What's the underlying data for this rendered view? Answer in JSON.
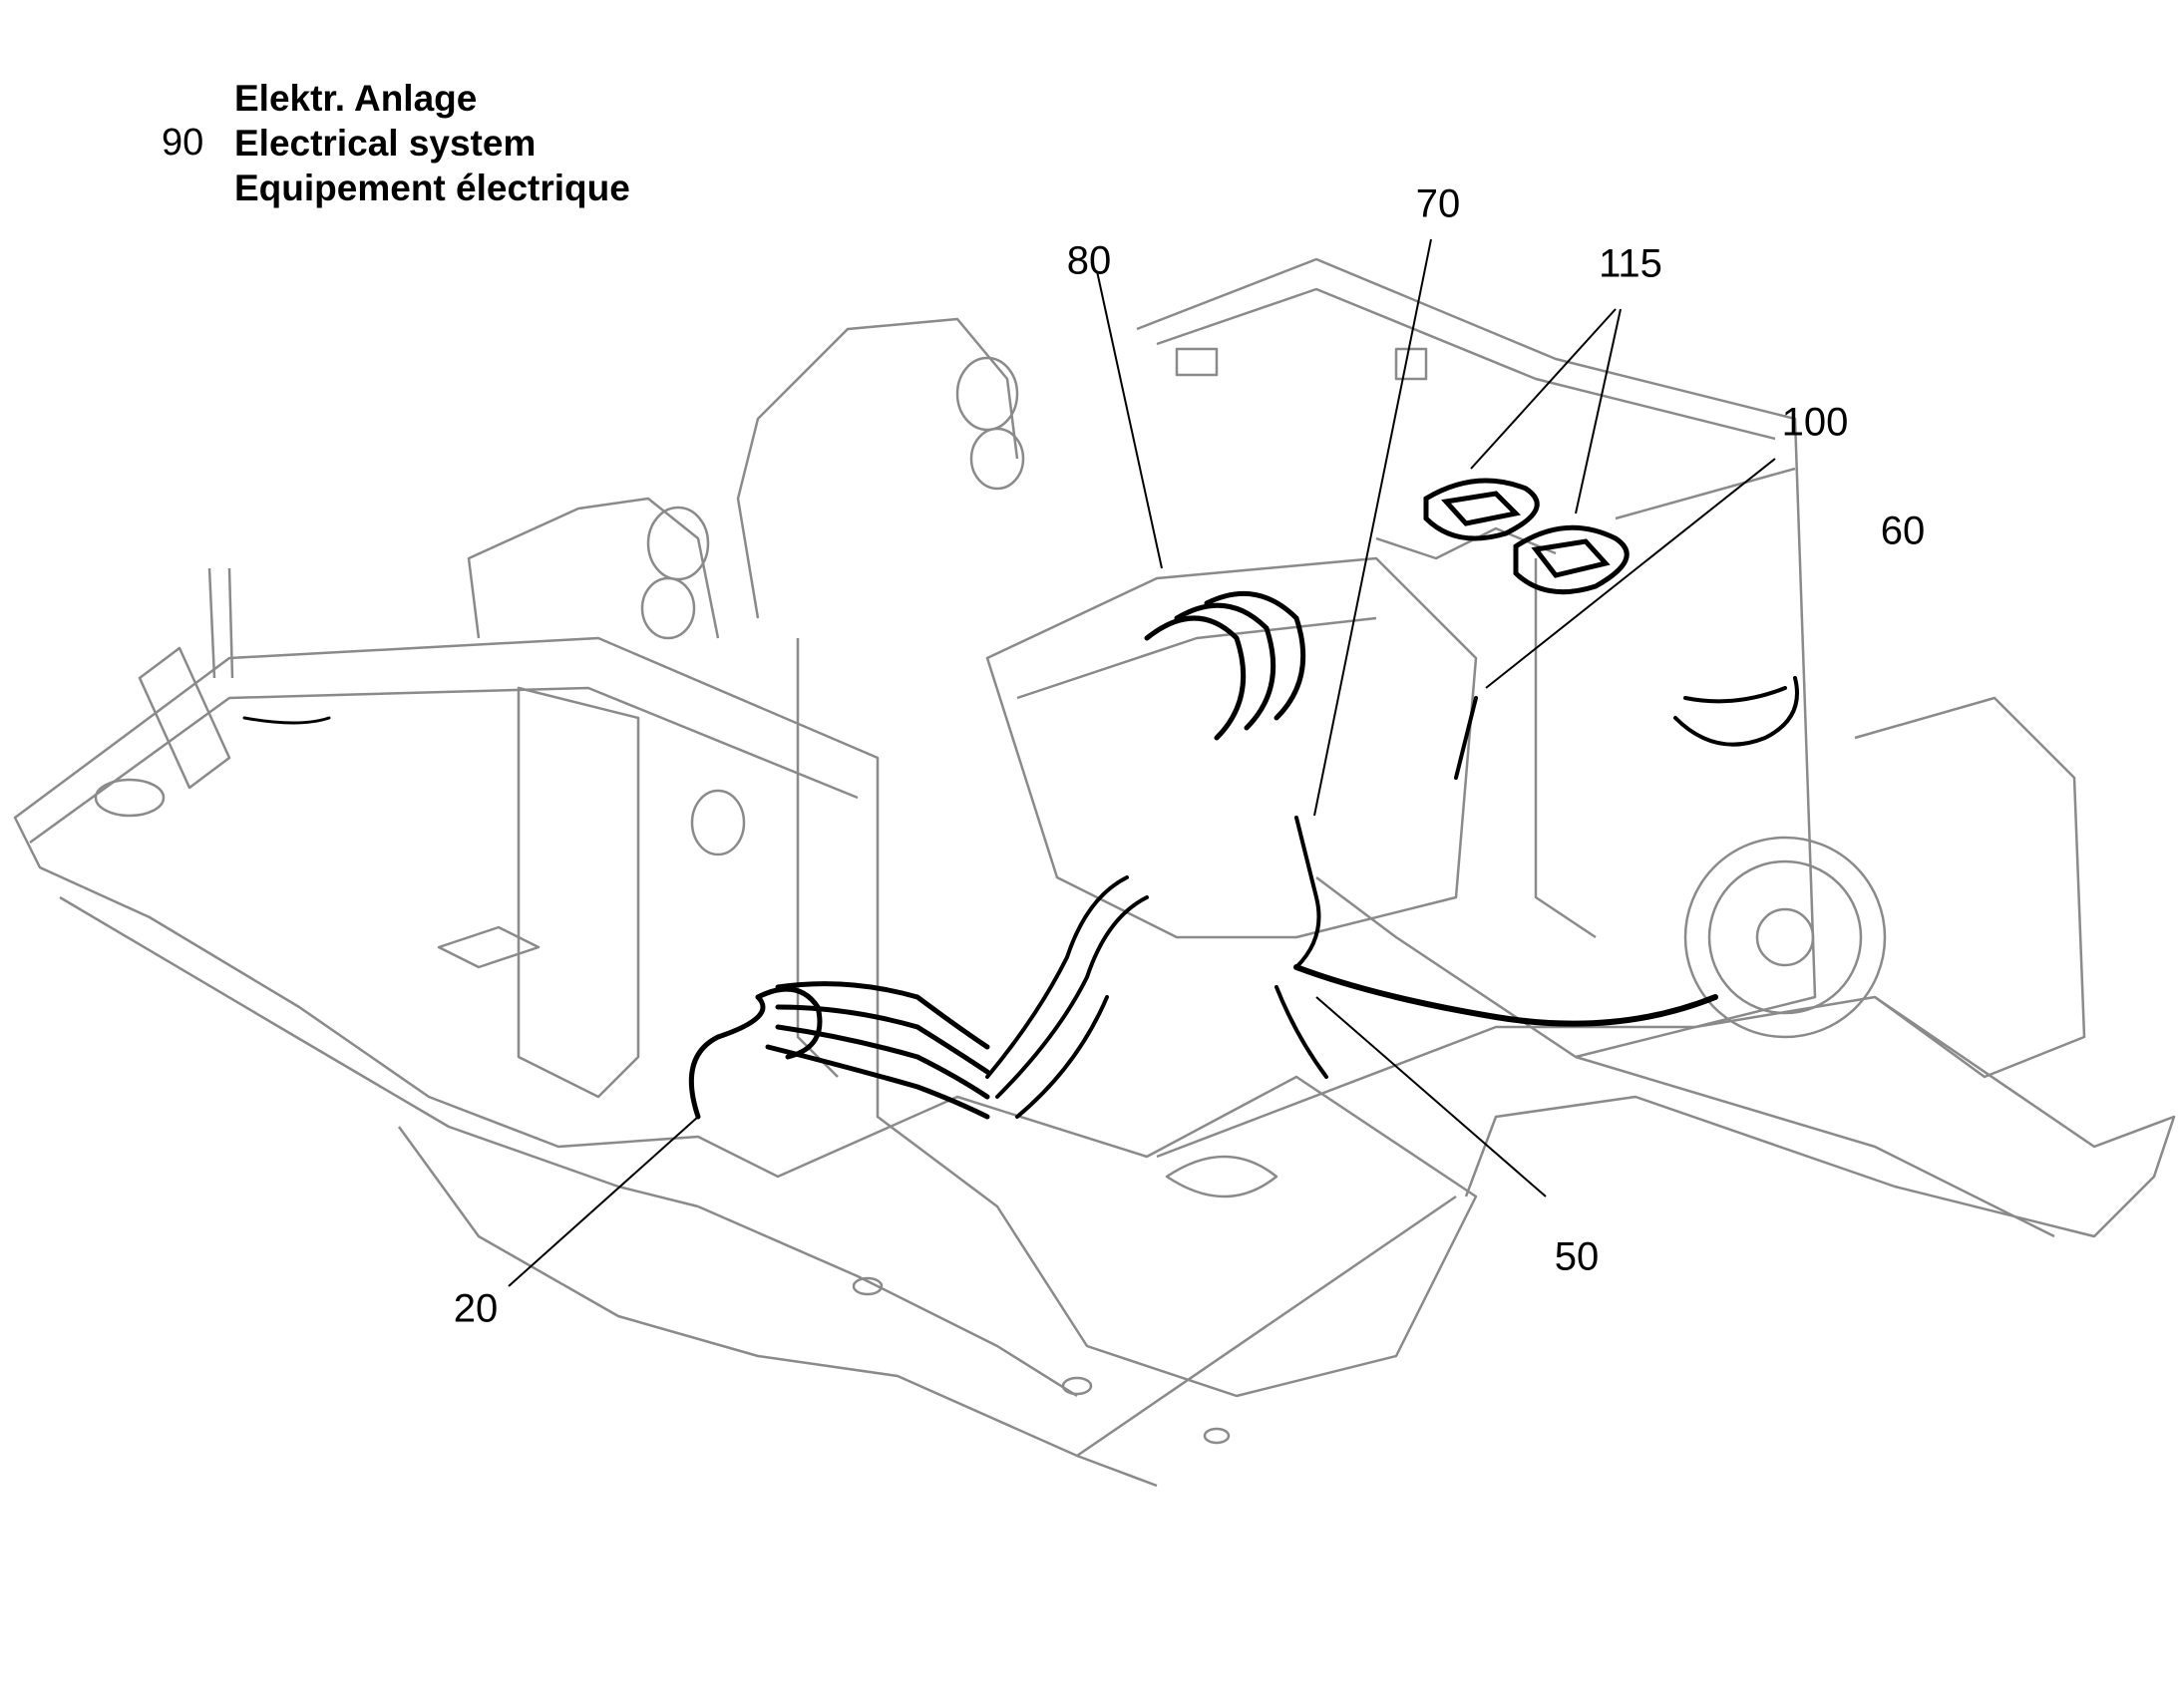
{
  "header": {
    "section_number": "90",
    "title_de": "Elektr. Anlage",
    "title_en": "Electrical system",
    "title_fr": "Equipement électrique"
  },
  "callouts": [
    {
      "id": "20",
      "label": "20"
    },
    {
      "id": "50",
      "label": "50"
    },
    {
      "id": "60",
      "label": "60"
    },
    {
      "id": "70",
      "label": "70"
    },
    {
      "id": "80",
      "label": "80"
    },
    {
      "id": "100",
      "label": "100"
    },
    {
      "id": "115",
      "label": "115"
    }
  ],
  "colors": {
    "outline": "#8a8a8a",
    "harness": "#000000",
    "background": "#ffffff"
  }
}
